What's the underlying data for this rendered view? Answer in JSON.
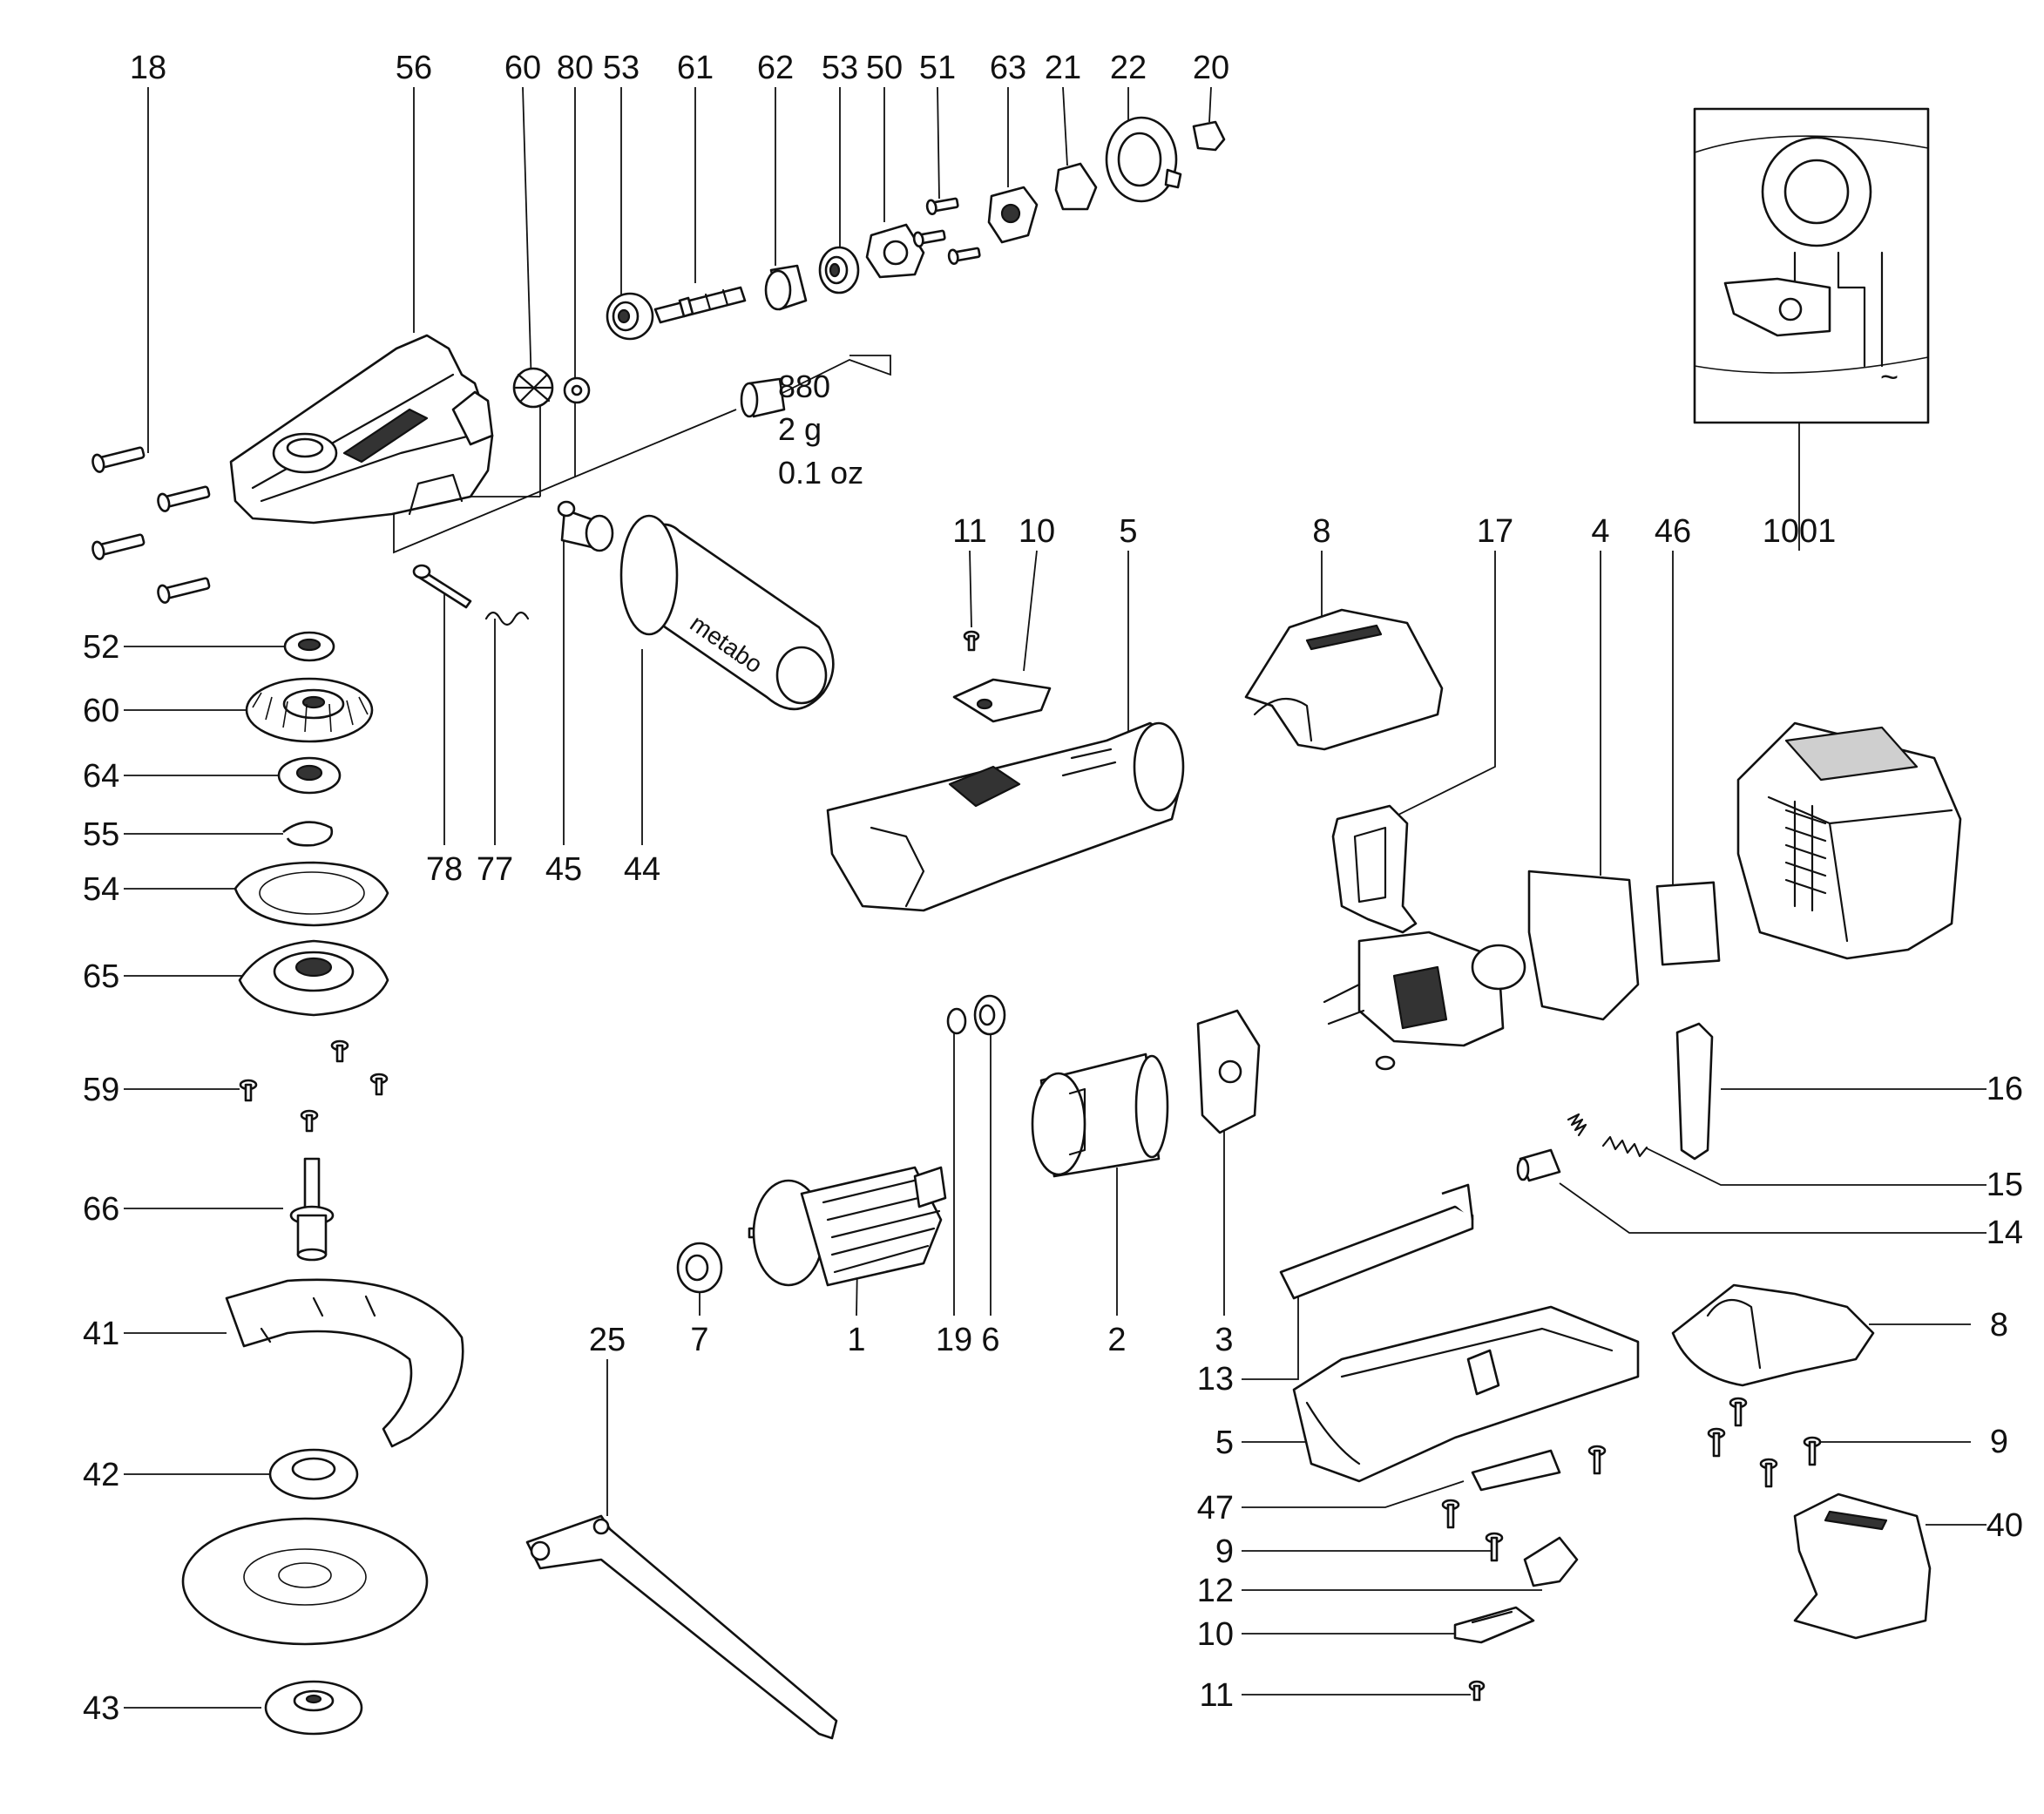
{
  "labels": [
    {
      "id": "18",
      "text": "18"
    },
    {
      "id": "56",
      "text": "56"
    },
    {
      "id": "60a",
      "text": "60"
    },
    {
      "id": "80",
      "text": "80"
    },
    {
      "id": "53a",
      "text": "53"
    },
    {
      "id": "61",
      "text": "61"
    },
    {
      "id": "62",
      "text": "62"
    },
    {
      "id": "53b",
      "text": "53"
    },
    {
      "id": "50",
      "text": "50"
    },
    {
      "id": "51",
      "text": "51"
    },
    {
      "id": "63",
      "text": "63"
    },
    {
      "id": "21",
      "text": "21"
    },
    {
      "id": "22",
      "text": "22"
    },
    {
      "id": "20",
      "text": "20"
    },
    {
      "id": "52",
      "text": "52"
    },
    {
      "id": "60b",
      "text": "60"
    },
    {
      "id": "64",
      "text": "64"
    },
    {
      "id": "55",
      "text": "55"
    },
    {
      "id": "54",
      "text": "54"
    },
    {
      "id": "65",
      "text": "65"
    },
    {
      "id": "59",
      "text": "59"
    },
    {
      "id": "66",
      "text": "66"
    },
    {
      "id": "41",
      "text": "41"
    },
    {
      "id": "42",
      "text": "42"
    },
    {
      "id": "43",
      "text": "43"
    },
    {
      "id": "78",
      "text": "78"
    },
    {
      "id": "77",
      "text": "77"
    },
    {
      "id": "45",
      "text": "45"
    },
    {
      "id": "44",
      "text": "44"
    },
    {
      "id": "11a",
      "text": "11"
    },
    {
      "id": "10a",
      "text": "10"
    },
    {
      "id": "5a",
      "text": "5"
    },
    {
      "id": "8a",
      "text": "8"
    },
    {
      "id": "17",
      "text": "17"
    },
    {
      "id": "4",
      "text": "4"
    },
    {
      "id": "46",
      "text": "46"
    },
    {
      "id": "1001",
      "text": "1001"
    },
    {
      "id": "16",
      "text": "16"
    },
    {
      "id": "15",
      "text": "15"
    },
    {
      "id": "14",
      "text": "14"
    },
    {
      "id": "8b",
      "text": "8"
    },
    {
      "id": "9a",
      "text": "9"
    },
    {
      "id": "40",
      "text": "40"
    },
    {
      "id": "7",
      "text": "7"
    },
    {
      "id": "1",
      "text": "1"
    },
    {
      "id": "19",
      "text": "19"
    },
    {
      "id": "6",
      "text": "6"
    },
    {
      "id": "2",
      "text": "2"
    },
    {
      "id": "3",
      "text": "3"
    },
    {
      "id": "13",
      "text": "13"
    },
    {
      "id": "5b",
      "text": "5"
    },
    {
      "id": "47",
      "text": "47"
    },
    {
      "id": "9b",
      "text": "9"
    },
    {
      "id": "12",
      "text": "12"
    },
    {
      "id": "10b",
      "text": "10"
    },
    {
      "id": "11b",
      "text": "11"
    },
    {
      "id": "25",
      "text": "25"
    }
  ],
  "grease_note": {
    "code": "880",
    "amount_g": "2 g",
    "amount_oz": "0.1 oz"
  },
  "brand_mark": "metabo",
  "inset_symbol": "~"
}
